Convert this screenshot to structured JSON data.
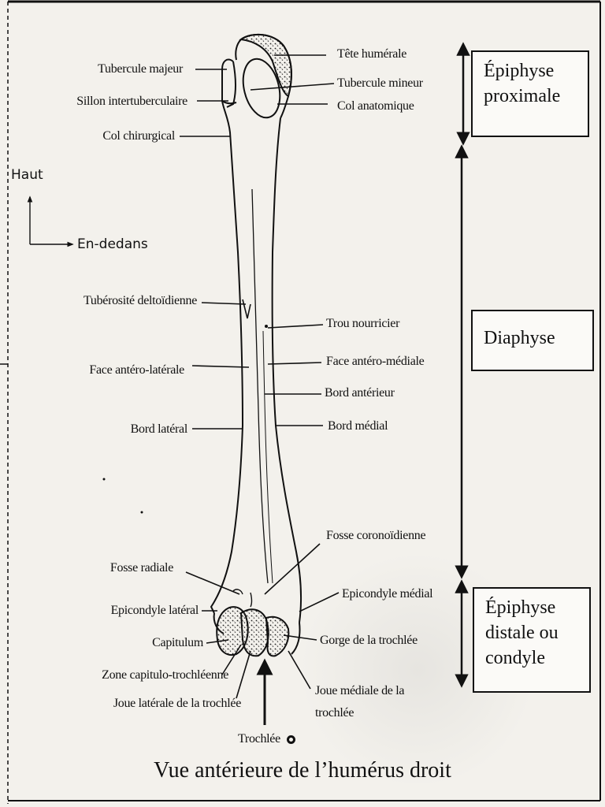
{
  "labels_left": {
    "tubercule_majeur": "Tubercule majeur",
    "sillon_intertuberculaire": "Sillon intertuberculaire",
    "col_chirurgical": "Col chirurgical",
    "tuberosite_deltoidienne": "Tubérosité deltoïdienne",
    "face_antero_laterale": "Face antéro-latérale",
    "bord_lateral": "Bord latéral",
    "fosse_radiale": "Fosse radiale",
    "epicondyle_lateral": "Epicondyle latéral",
    "capitulum": "Capitulum",
    "zone_capitulo_trochleenne": "Zone capitulo-trochléenne",
    "joue_laterale": "Joue latérale  de la trochlée"
  },
  "labels_right": {
    "tete_humerale": "Tête humérale",
    "tubercule_mineur": "Tubercule mineur",
    "col_anatomique": "Col anatomique",
    "trou_nourricier": "Trou nourricier",
    "face_antero_mediale": "Face antéro-médiale",
    "bord_anterieur": "Bord antérieur",
    "bord_medial": "Bord médial",
    "fosse_coronoidienne": "Fosse coronoïdienne",
    "epicondyle_medial": "Epicondyle médial",
    "gorge_trochlee": "Gorge de la trochlée",
    "joue_mediale_1": "Joue médiale  de la",
    "joue_mediale_2": "trochlée"
  },
  "trochlee": "Trochlée",
  "orientation": {
    "haut": "Haut",
    "en_dedans": "En-dedans"
  },
  "regions": {
    "proximale_1": "Épiphyse",
    "proximale_2": "proximale",
    "diaphyse": "Diaphyse",
    "distale_1": "Épiphyse",
    "distale_2": "distale ou",
    "distale_3": "condyle"
  },
  "caption": "Vue antérieure de l’humérus droit",
  "colors": {
    "ink": "#111111",
    "paper": "#f3f1ec",
    "box_fill": "#fbfaf7"
  }
}
